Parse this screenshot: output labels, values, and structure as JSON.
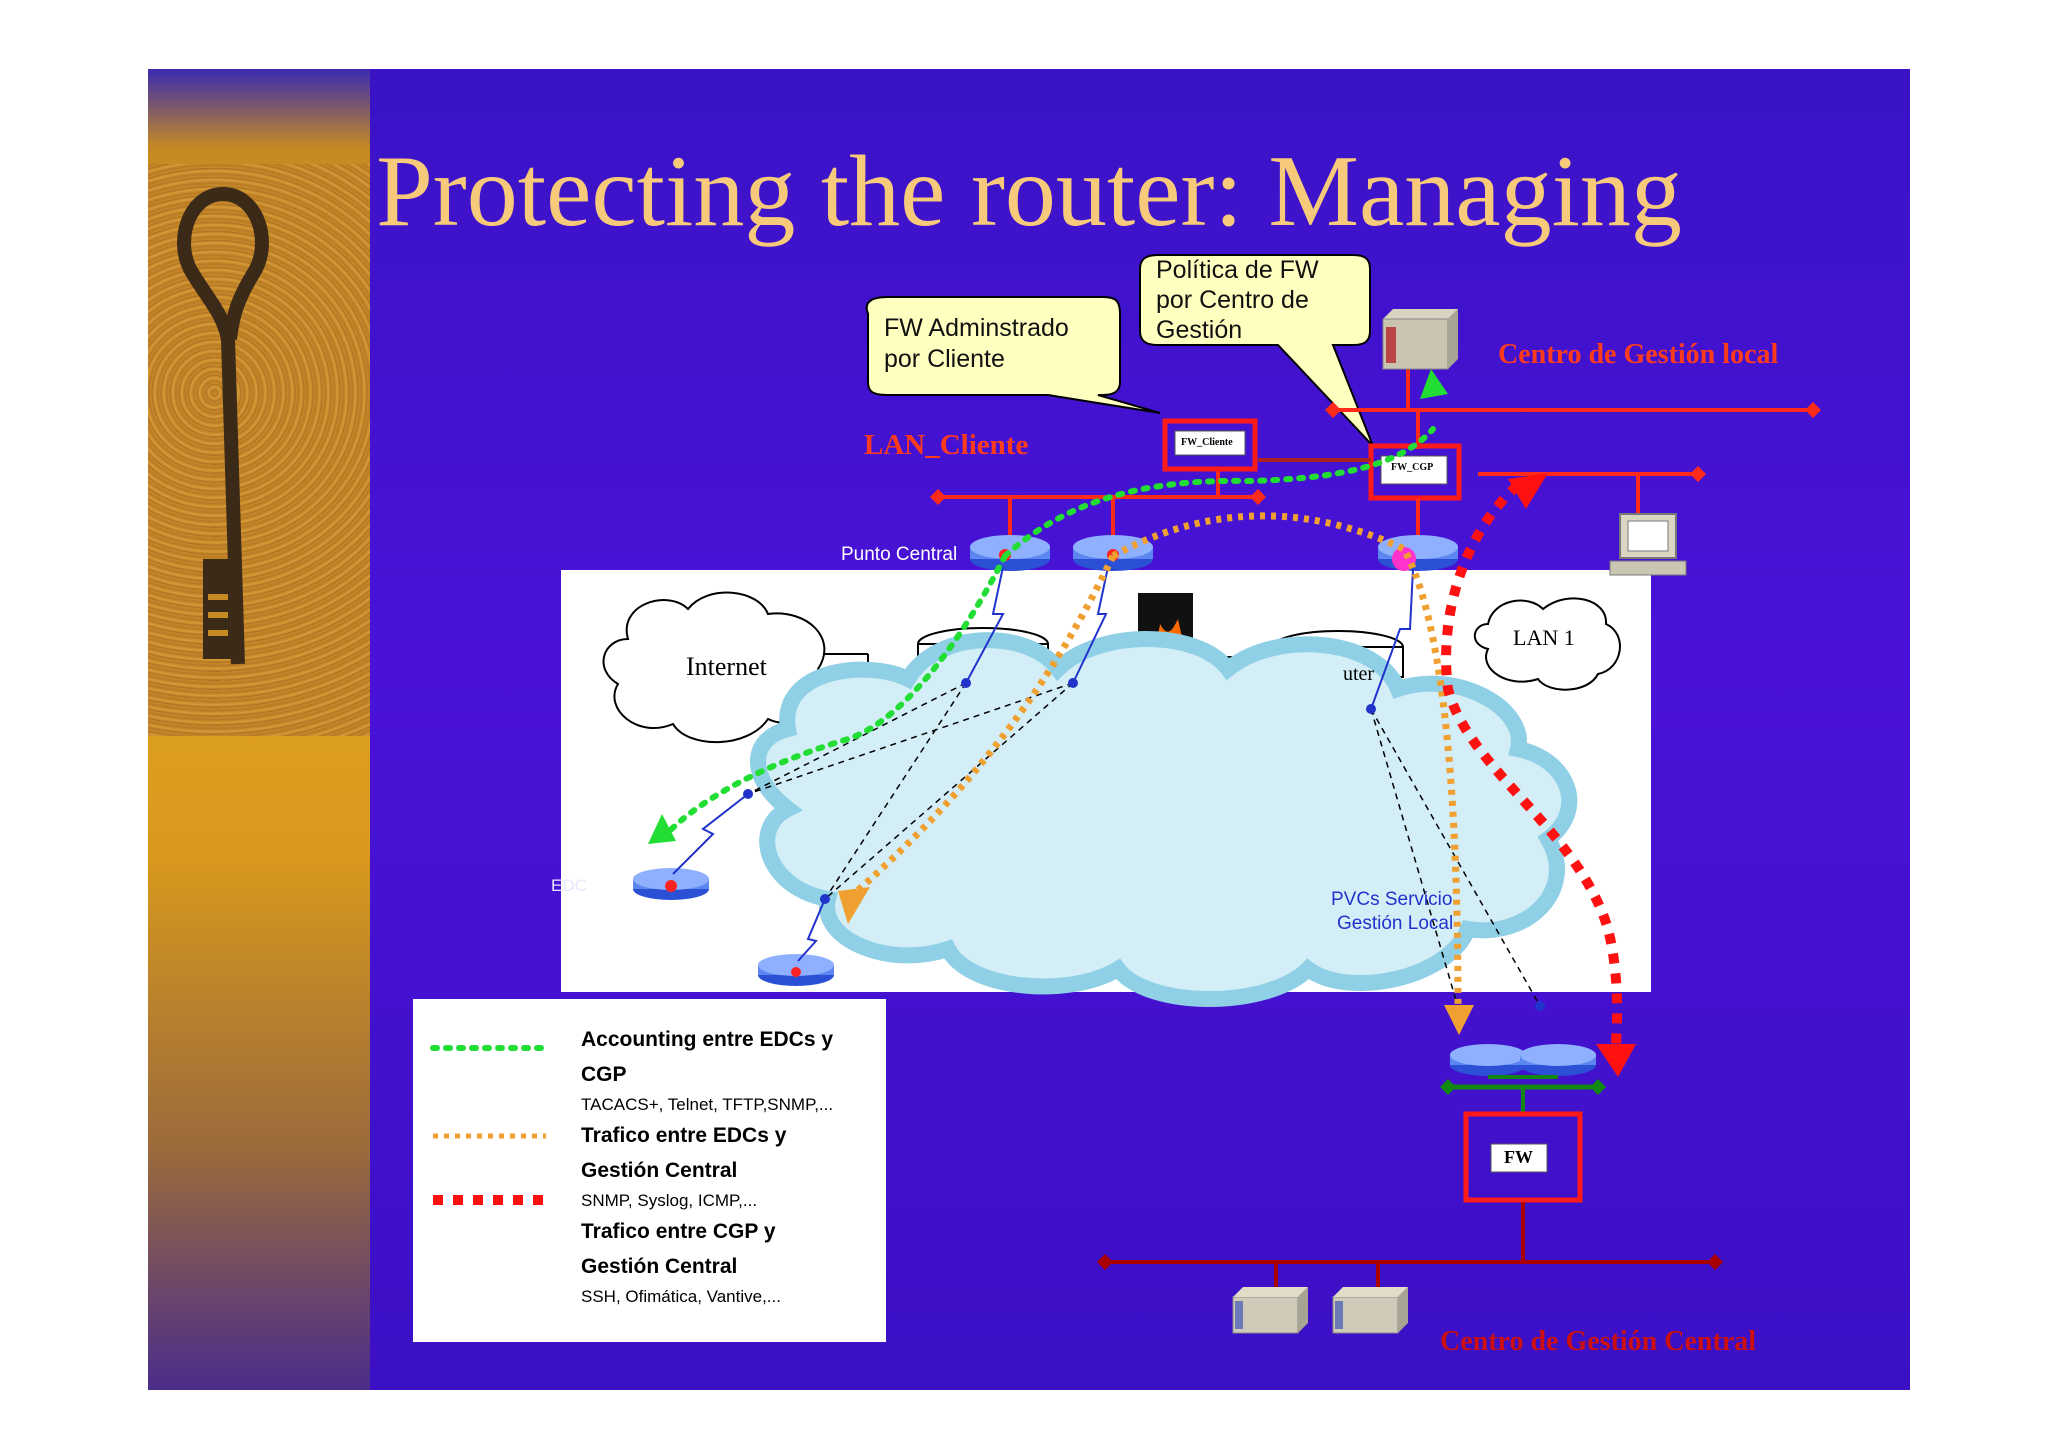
{
  "title": "Protecting the router: Managing",
  "labels": {
    "lan_cliente": "LAN_Cliente",
    "centro_local": "Centro de Gestión local",
    "centro_central": "Centro de Gestión Central",
    "punto_central": "Punto Central",
    "internet": "Internet",
    "lan1": "LAN 1",
    "router": "uter",
    "pvcs_line1": "PVCs Servicio",
    "pvcs_line2": "Gestión Local",
    "edc": "EDC",
    "fw_cliente": "FW_Cliente",
    "fw_cgp": "FW_CGP",
    "fw": "FW"
  },
  "callouts": {
    "fw_admin_line1": "FW Adminstrado",
    "fw_admin_line2": "por Cliente",
    "politica_line1": "Política de FW",
    "politica_line2": "por Centro de",
    "politica_line3": "Gestión"
  },
  "legend": {
    "item1_title_line1": "Accounting entre EDCs y",
    "item1_title_line2": "CGP",
    "item1_detail": "TACACS+, Telnet, TFTP,SNMP,...",
    "item2_title_line1": "Trafico entre EDCs y",
    "item2_title_line2": "Gestión  Central",
    "item2_detail": "SNMP, Syslog, ICMP,...",
    "item3_title_line1": "Trafico entre CGP y",
    "item3_title_line2": "Gestión  Central",
    "item3_detail": "SSH, Ofimática, Vantive,..."
  },
  "colors": {
    "background": "#3f12cc",
    "title": "#f7c97a",
    "green_flow": "#22dd33",
    "orange_flow": "#f0a030",
    "red_flow": "#ff1111",
    "lan_line": "#ff2a1a"
  }
}
